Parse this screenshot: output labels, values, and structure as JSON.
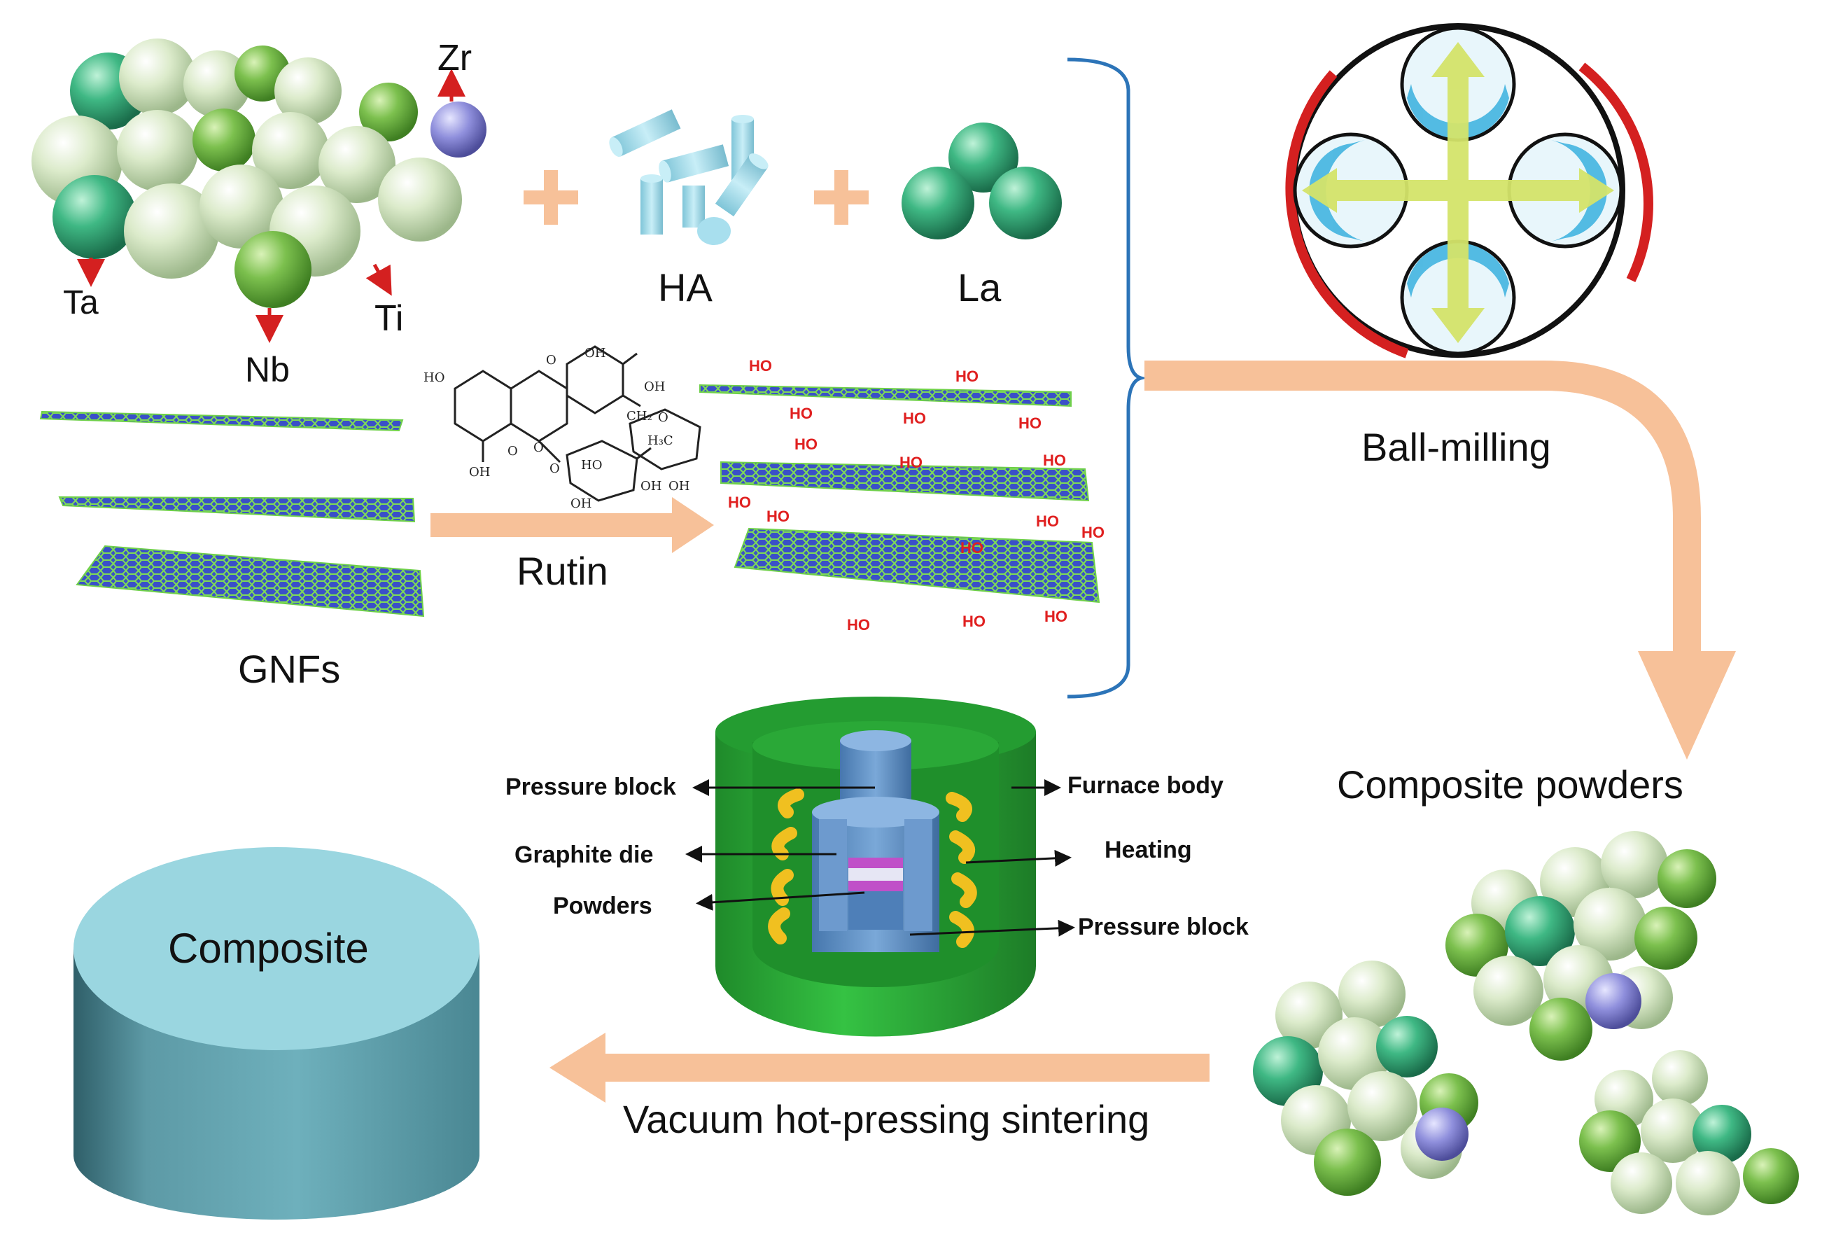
{
  "elements": {
    "zr": "Zr",
    "ta": "Ta",
    "ti": "Ti",
    "nb": "Nb",
    "ha": "HA",
    "la": "La"
  },
  "gnfs_label": "GNFs",
  "rutin_label": "Rutin",
  "rutin_molecule": {
    "oh_labels": [
      "OH",
      "OH",
      "HO",
      "OH",
      "O",
      "O",
      "O",
      "CH₂",
      "O",
      "H₃C",
      "HO",
      "OH",
      "OH",
      "OH",
      "O"
    ]
  },
  "ho_label": "HO",
  "ball_milling_label": "Ball-milling",
  "composite_powders_label": "Composite powders",
  "composite_label": "Composite",
  "sintering_label": "Vacuum hot-pressing sintering",
  "furnace_labels": {
    "pressure_block_top": "Pressure block",
    "graphite_die": "Graphite die",
    "powders": "Powders",
    "furnace_body": "Furnace body",
    "heating": "Heating",
    "pressure_block_bottom": "Pressure block"
  },
  "colors": {
    "arrow": "#f7c199",
    "bracket": "#2c74b8",
    "red": "#d42020",
    "pale_green": "#d6e7c4",
    "green": "#7cc04e",
    "teal": "#3fb884",
    "violet": "#8f8fdc",
    "ha_blue": "#a8dfee",
    "furnace_green": "#2db23a",
    "die_blue": "#5e8fc4",
    "coil": "#f0c020",
    "composite_top": "#9ad6e0",
    "composite_side": "#64a8b4"
  }
}
